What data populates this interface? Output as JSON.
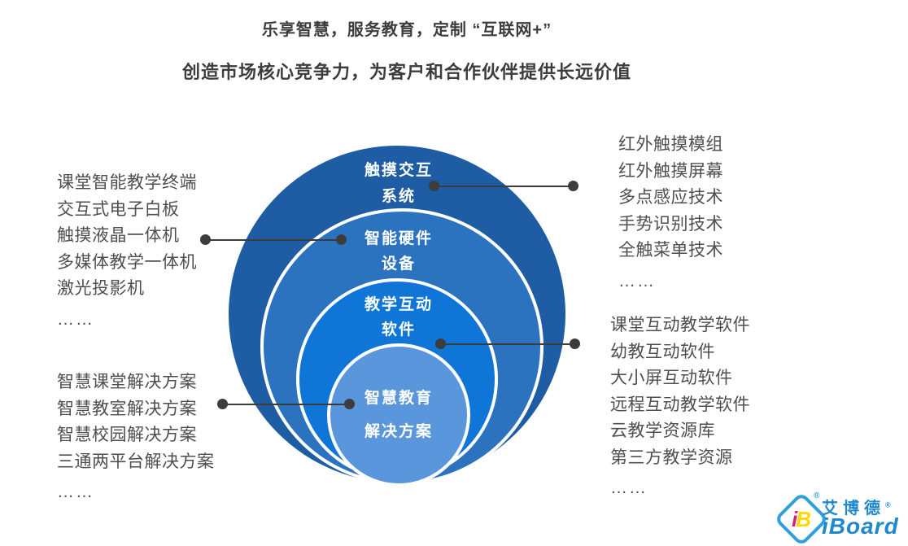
{
  "title": {
    "line1": "乐享智慧，服务教育，定制 “互联网+”",
    "line2": "创造市场核心竞争力，为客户和合作伙伴提供长远价值"
  },
  "rings": [
    {
      "label_line1": "触摸交互",
      "label_line2": "系统",
      "color": "#1E5CA3"
    },
    {
      "label_line1": "智能硬件",
      "label_line2": "设备",
      "color": "#2C73BF"
    },
    {
      "label_line1": "教学互动",
      "label_line2": "软件",
      "color": "#0F76D7"
    },
    {
      "label_line1": "智慧教育",
      "label_line2": "解决方案",
      "color": "#5A96DB"
    }
  ],
  "lists": {
    "left_top": [
      "课堂智能教学终端",
      "交互式电子白板",
      "触摸液晶一体机",
      "多媒体教学一体机",
      "激光投影机",
      "……"
    ],
    "left_bottom": [
      "智慧课堂解决方案",
      "智慧教室解决方案",
      "智慧校园解决方案",
      "三通两平台解决方案",
      "……"
    ],
    "right_top": [
      "红外触摸模组",
      "红外触摸屏幕",
      "多点感应技术",
      "手势识别技术",
      "全触菜单技术",
      "……"
    ],
    "right_bottom": [
      "课堂互动教学软件",
      "幼教互动软件",
      "大小屏互动软件",
      "远程互动教学软件",
      "云教学资源库",
      "第三方教学资源",
      "……"
    ]
  },
  "logo": {
    "mark_i": "i",
    "mark_b": "B",
    "registered": "®",
    "name_cn": "艾博德",
    "name_en": "iBoard"
  },
  "colors": {
    "connector": "#3C3C3C",
    "title_text": "#3D3D3D",
    "list_text": "#4F4F4F",
    "logo_blue": "#2088CB",
    "logo_pink": "#E0187E",
    "logo_yellow": "#FFD800",
    "diamond_border": "#2FA0DC"
  }
}
